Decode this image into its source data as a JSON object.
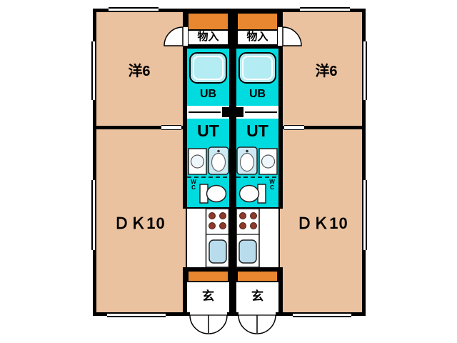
{
  "floorplan": {
    "type": "apartment-floor-plan",
    "units": "2 mirrored units",
    "labels": {
      "storage_left": "物入",
      "storage_right": "物入",
      "western_room_left": "洋6",
      "western_room_right": "洋6",
      "unit_bath_left": "UB",
      "unit_bath_right": "UB",
      "utility_left": "UT",
      "utility_right": "UT",
      "wc_left": "W\nC",
      "wc_right": "W\nC",
      "dining_kitchen_left": "ＤＫ10",
      "dining_kitchen_right": "ＤＫ10",
      "entrance_left": "玄",
      "entrance_right": "玄"
    },
    "colors": {
      "wall": "#000000",
      "room_floor": "#ebc29f",
      "wet_area": "#00dbe0",
      "accent_orange": "#e8872f",
      "bathtub_fill": "#b3ecf2",
      "sink_fill": "#b8dcec",
      "burner": "#8c3a2c"
    }
  }
}
